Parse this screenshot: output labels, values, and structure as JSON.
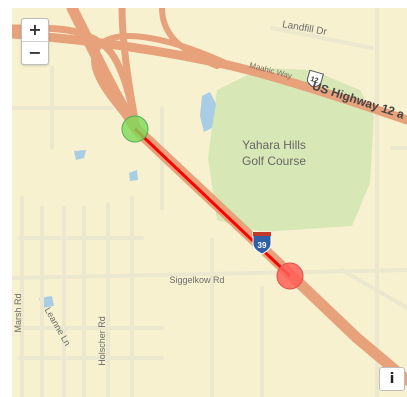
{
  "map": {
    "labels": {
      "landfill_dr": "Landfill Dr",
      "maahic_way": "Maahic Way",
      "us_highway": "US Highway 12 a",
      "us_shield": "12",
      "golf_line1": "Yahara Hills",
      "golf_line2": "Golf Course",
      "siggelkow_rd": "Siggelkow Rd",
      "marsh_rd": "Marsh Rd",
      "leanne_ln": "Leanne Ln",
      "holscher_rd": "Holscher Rd",
      "interstate_shield": "39"
    },
    "colors": {
      "land": "#f7f1cf",
      "park": "#d8e7b6",
      "water": "#a8cde5",
      "highway": "#e8a27b",
      "minor_road": "#ece7cf",
      "route_line": "#ff0000",
      "start_marker": "#7ed957",
      "end_marker": "#ff5f57",
      "interstate_shield": "#2f5fa4"
    }
  },
  "controls": {
    "zoom_in": "+",
    "zoom_out": "−",
    "info": "i"
  }
}
